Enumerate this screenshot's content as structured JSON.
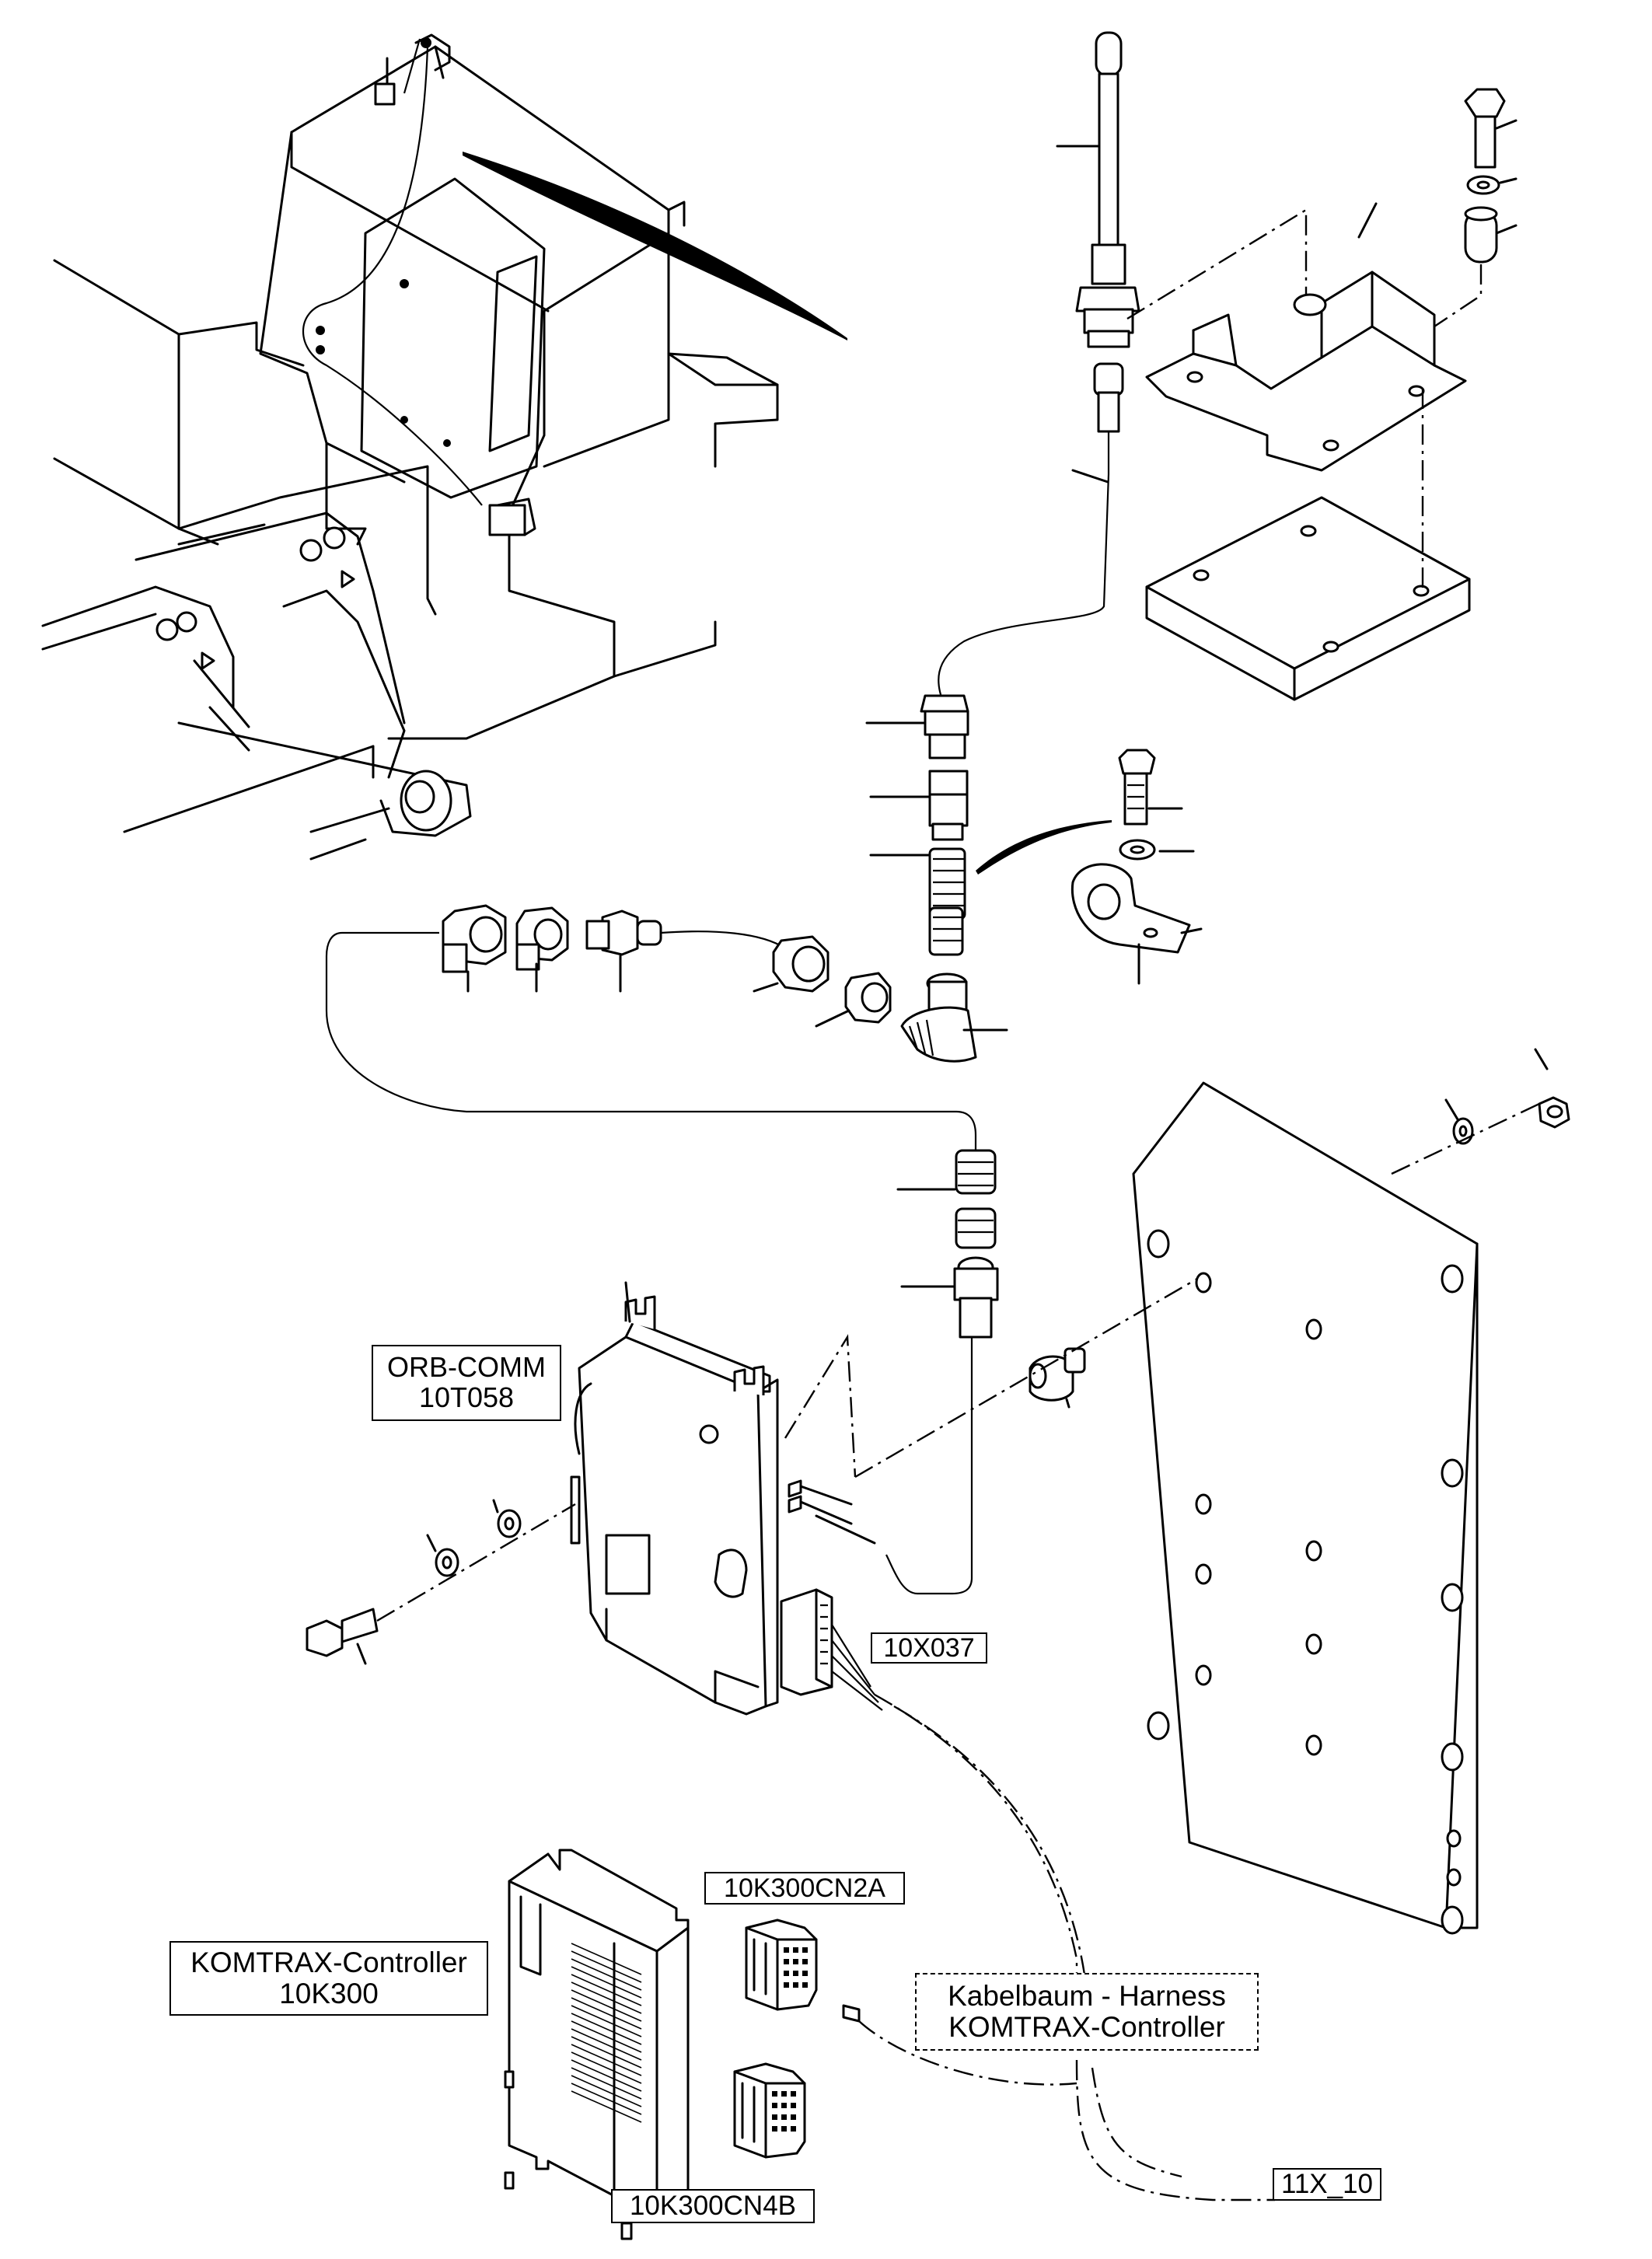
{
  "labels": {
    "orbcomm": {
      "line1": "ORB-COMM",
      "line2": "10T058"
    },
    "connector_10x037": "10X037",
    "cn2a": "10K300CN2A",
    "cn4b": "10K300CN4B",
    "komtrax": {
      "line1": "KOMTRAX-Controller",
      "line2": "10K300"
    },
    "harness": {
      "line1": "Kabelbaum - Harness",
      "line2": "KOMTRAX-Controller"
    },
    "connector_11x10": "11X_10"
  }
}
